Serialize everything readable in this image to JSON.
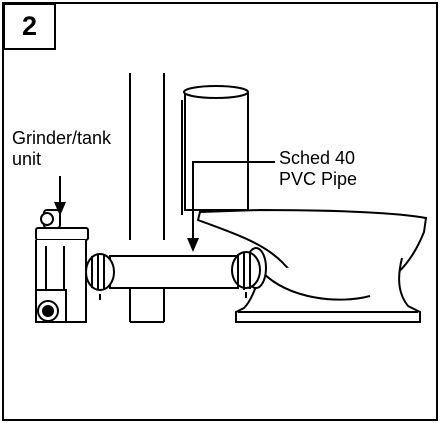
{
  "step_number": "2",
  "labels": {
    "grinder_line1": "Grinder/tank",
    "grinder_line2": "unit",
    "pipe_line1": "Sched 40",
    "pipe_line2": "PVC Pipe"
  }
}
